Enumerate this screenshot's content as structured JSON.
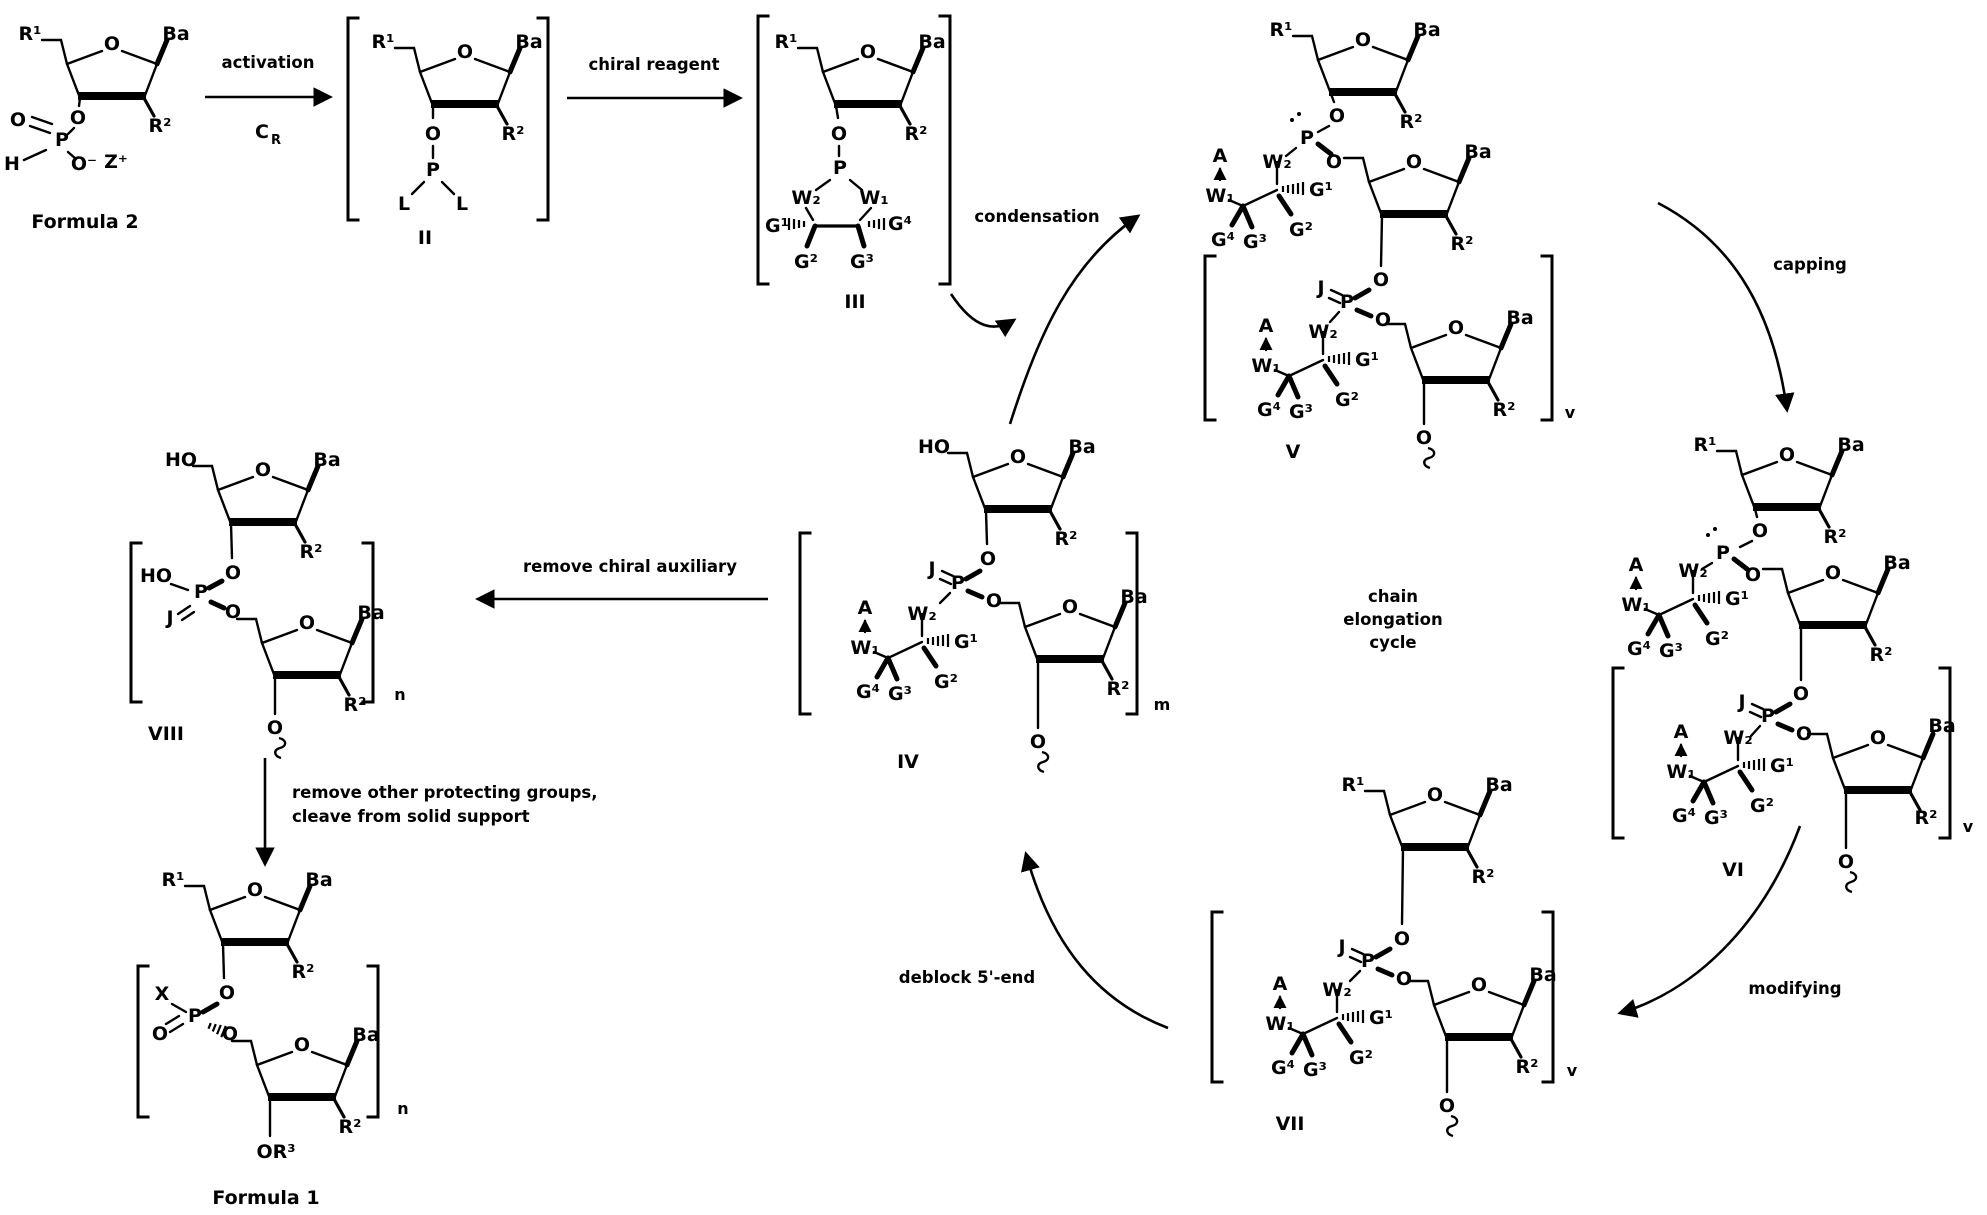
{
  "title": "Oligonucleotide chain elongation cycle scheme",
  "colors": {
    "ink": "#000000",
    "background": "#ffffff"
  },
  "labels": {
    "O": "O",
    "Ba": "Ba",
    "R1": "R¹",
    "R2": "R²",
    "HO": "HO",
    "P": "P",
    "H": "H",
    "O_minus": "O⁻",
    "Z_plus": "Z⁺",
    "L": "L",
    "A": "A",
    "W1": "W₁",
    "W2": "W₂",
    "G1": "G¹",
    "G2": "G²",
    "G3": "G³",
    "G4": "G⁴",
    "J": "J",
    "X": "X",
    "OR3": "OR³"
  },
  "structures": {
    "formula2": {
      "name": "Formula 2"
    },
    "ii": {
      "name": "II"
    },
    "iii": {
      "name": "III"
    },
    "iv": {
      "name": "IV",
      "subscript": "m"
    },
    "v": {
      "name": "V",
      "subscript": "v"
    },
    "vi": {
      "name": "VI",
      "subscript": "v"
    },
    "vii": {
      "name": "VII",
      "subscript": "v"
    },
    "viii": {
      "name": "VIII",
      "subscript": "n"
    },
    "formula1": {
      "name": "Formula 1",
      "subscript": "n"
    }
  },
  "arrows": {
    "activation": {
      "label": "activation",
      "reagent_main": "C",
      "reagent_sub": "R"
    },
    "chiral_reagent": {
      "label": "chiral reagent"
    },
    "condensation": {
      "label": "condensation"
    },
    "capping": {
      "label": "capping"
    },
    "modifying": {
      "label": "modifying"
    },
    "deblock": {
      "label": "deblock 5'-end"
    },
    "remove_aux": {
      "label": "remove chiral auxiliary"
    },
    "deprotect": {
      "line1": "remove other protecting groups,",
      "line2": "cleave from solid support"
    }
  },
  "center_text": {
    "line1": "chain",
    "line2": "elongation",
    "line3": "cycle"
  }
}
